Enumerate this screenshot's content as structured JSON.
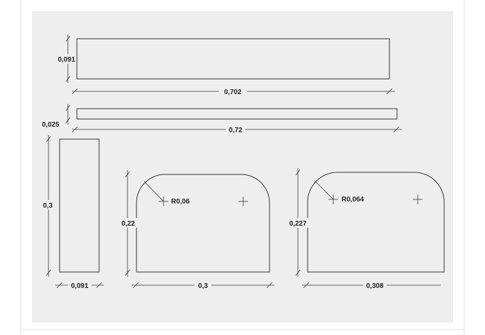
{
  "drawing": {
    "background_color": "#eeeeee",
    "line_color": "#333333",
    "parts": [
      {
        "id": "part-1",
        "shape": "rectangle",
        "height_label": "0,091",
        "width_label": "0,702"
      },
      {
        "id": "part-2",
        "shape": "rectangle",
        "height_label": "0,025",
        "width_label": "0,72"
      },
      {
        "id": "part-3",
        "shape": "rectangle",
        "height_label": "0,3",
        "width_label": "0,091"
      },
      {
        "id": "part-4",
        "shape": "rounded-top",
        "height_label": "0,22",
        "width_label": "0,3",
        "radius_label": "R0,06"
      },
      {
        "id": "part-5",
        "shape": "rounded-top",
        "height_label": "0,227",
        "width_label": "0,308",
        "radius_label": "R0,064"
      }
    ]
  }
}
